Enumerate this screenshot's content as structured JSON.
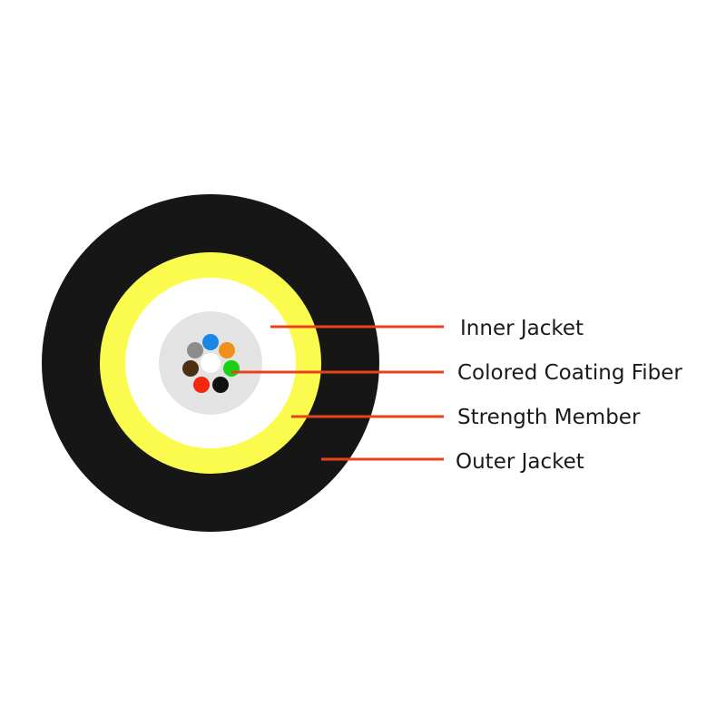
{
  "diagram": {
    "labels": {
      "inner_jacket": "Inner Jacket",
      "colored_coating_fiber": "Colored Coating Fiber",
      "strength_member": "Strength Member",
      "outer_jacket": "Outer Jacket"
    },
    "colors": {
      "outer_jacket": "#161616",
      "strength_member": "#fbfb4e",
      "inner_jacket": "#ffffff",
      "tube": "#e3e3e3",
      "leader_line": "#e8421c",
      "fibers": {
        "blue": "#1a87e6",
        "orange": "#f0901a",
        "green": "#14d214",
        "black": "#111111",
        "red": "#f5280f",
        "brown": "#4d3012",
        "gray": "#8c8c8c"
      }
    }
  }
}
